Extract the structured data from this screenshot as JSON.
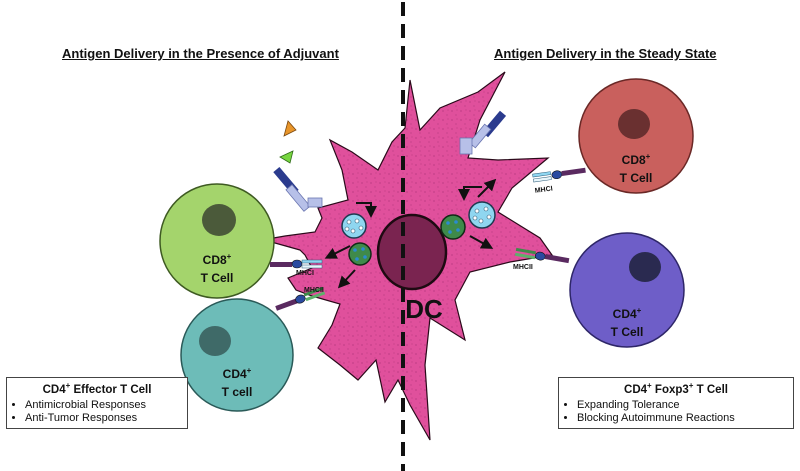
{
  "headings": {
    "left": "Antigen Delivery in the Presence of Adjuvant",
    "right": "Antigen Delivery in the Steady State"
  },
  "dc_label": "DC",
  "cells": {
    "cd8_left": {
      "line1": "CD8",
      "sup": "+",
      "line2": "T Cell",
      "color": "#a4d46c"
    },
    "cd4_left": {
      "line1": "CD4",
      "sup": "+",
      "line2": "T cell",
      "color": "#6dbcb8"
    },
    "cd8_right": {
      "line1": "CD8",
      "sup": "+",
      "line2": "T Cell",
      "color": "#c9605d"
    },
    "cd4_right": {
      "line1": "CD4",
      "sup": "+",
      "line2": "T Cell",
      "color": "#6e5ec8"
    }
  },
  "mhc": {
    "left_mhci": "MHCI",
    "left_mhcii": "MHCII",
    "right_mhci": "MHCI",
    "right_mhcii": "MHCII"
  },
  "boxes": {
    "left": {
      "title_main": "CD4",
      "title_sup": "+",
      "title_rest": " Effector T Cell",
      "items": [
        "Antimicrobial Responses",
        "Anti-Tumor Responses"
      ]
    },
    "right": {
      "title_main": "CD4",
      "title_sup": "+",
      "title_rest": " Foxp3",
      "title_sup2": "+",
      "title_rest2": " T Cell",
      "items": [
        "Expanding Tolerance",
        "Blocking Autoimmune Reactions"
      ]
    }
  },
  "colors": {
    "dc_body": "#e0509c",
    "nucleus": "#7a2450",
    "antigen_orange": "#e8952a",
    "antigen_green": "#77d640",
    "vesicle_blue": "#8fd6f0",
    "vesicle_green": "#3f8a4a"
  }
}
